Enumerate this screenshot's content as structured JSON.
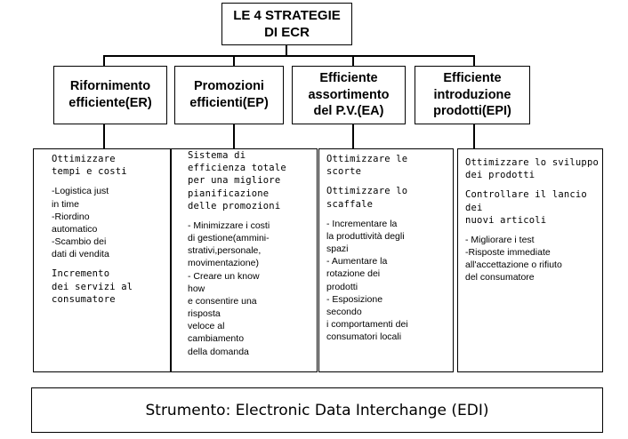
{
  "title": [
    "LE 4 STRATEGIE",
    "DI ECR"
  ],
  "strategies": [
    {
      "label": [
        "Rifornimento",
        "efficiente(ER)"
      ]
    },
    {
      "label": [
        "Promozioni",
        "efficienti(EP)"
      ]
    },
    {
      "label": [
        "Efficiente",
        "assortimento",
        "del P.V.(EA)"
      ]
    },
    {
      "label": [
        "Efficiente",
        "introduzione",
        "prodotti(EPI)"
      ]
    }
  ],
  "details": [
    {
      "blocks": [
        {
          "style": "hand",
          "lines": [
            "Ottimizzare",
            "tempi e costi"
          ]
        },
        {
          "style": "sans",
          "lines": [
            "-Logistica just",
            "in time",
            "-Riordino",
            "automatico",
            "-Scambio dei",
            "dati di vendita"
          ]
        },
        {
          "style": "hand",
          "lines": [
            "Incremento",
            "dei servizi al",
            "consumatore"
          ]
        }
      ]
    },
    {
      "blocks": [
        {
          "style": "hand",
          "lines": [
            "Sistema di",
            "efficienza totale",
            "per una migliore",
            "pianificazione",
            "delle promozioni"
          ]
        },
        {
          "style": "sans",
          "lines": [
            "- Minimizzare i costi",
            "di gestione(ammini-",
            "strativi,personale,",
            "movimentazione)",
            "- Creare un know",
            "how",
            "e consentire una",
            "risposta",
            "veloce al",
            "cambiamento",
            "della domanda"
          ]
        }
      ]
    },
    {
      "blocks": [
        {
          "style": "hand",
          "lines": [
            "Ottimizzare le",
            "scorte"
          ]
        },
        {
          "style": "hand",
          "lines": [
            "Ottimizzare lo",
            "scaffale"
          ]
        },
        {
          "style": "sans",
          "lines": [
            "- Incrementare la",
            "la produttività degli",
            "spazi",
            "- Aumentare la",
            "rotazione dei",
            "prodotti",
            "- Esposizione",
            "secondo",
            "i comportamenti dei",
            "consumatori locali"
          ]
        }
      ]
    },
    {
      "blocks": [
        {
          "style": "hand",
          "lines": [
            "Ottimizzare lo sviluppo",
            "dei prodotti"
          ]
        },
        {
          "style": "hand",
          "lines": [
            "Controllare il lancio",
            "dei",
            "nuovi articoli"
          ]
        },
        {
          "style": "sans",
          "lines": [
            "- Migliorare i test",
            "-Risposte immediate",
            "all'accettazione o rifiuto",
            "del consumatore"
          ]
        }
      ]
    }
  ],
  "tool": "Strumento: Electronic Data Interchange (EDI)"
}
